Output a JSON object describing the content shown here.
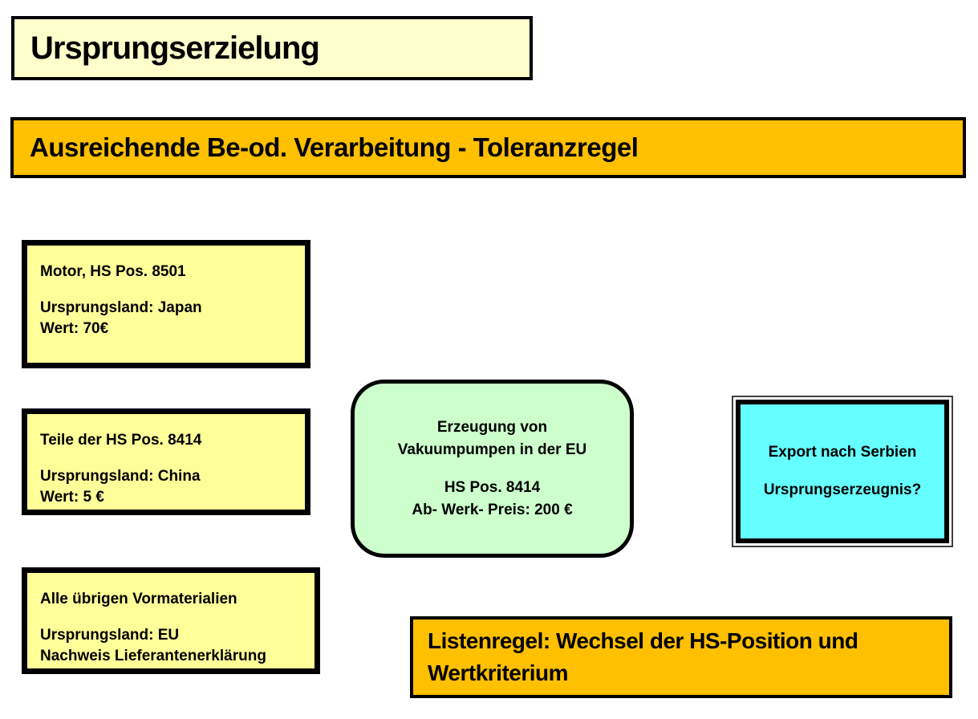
{
  "slide": {
    "title": "Ursprungserzielung",
    "banner": "Ausreichende Be-od. Verarbeitung - Toleranzregel",
    "materials": [
      {
        "name": "motor",
        "lines": [
          "Motor, HS Pos. 8501",
          "",
          "Ursprungsland: Japan",
          "Wert: 70€"
        ]
      },
      {
        "name": "teile",
        "lines": [
          "Teile der HS Pos. 8414",
          "",
          "Ursprungsland: China",
          "Wert: 5 €"
        ]
      },
      {
        "name": "vormaterialien",
        "lines": [
          "Alle übrigen Vormaterialien",
          "",
          "Ursprungsland: EU",
          "Nachweis Lieferantenerklärung"
        ]
      }
    ],
    "process": {
      "lines": [
        "Erzeugung von",
        "Vakuumpumpen in der EU",
        "",
        "HS Pos. 8414",
        "Ab- Werk- Preis: 200 €"
      ]
    },
    "export": {
      "lines": [
        "Export nach Serbien",
        "",
        "Ursprungserzeugnis?"
      ]
    },
    "rule": {
      "lines": [
        "Listenregel: Wechsel der HS-Position und",
        "Wertkriterium"
      ]
    },
    "colors": {
      "title_bg": "#FFFFCC",
      "banner_bg": "#FFC000",
      "material_bg": "#FFFF99",
      "process_bg": "#CCFFCC",
      "export_bg": "#66FFFF",
      "rule_bg": "#FFC000",
      "border": "#000000",
      "canvas_bg": "#FFFFFF"
    }
  }
}
